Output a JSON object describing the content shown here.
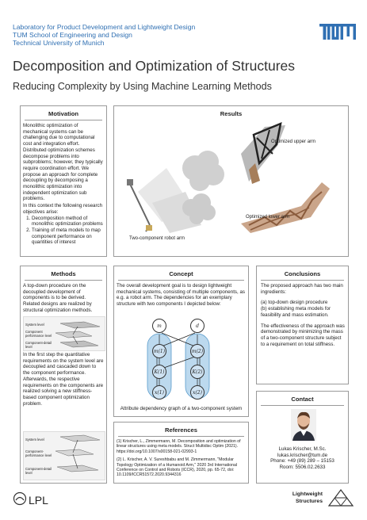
{
  "header": {
    "lab": "Laboratory for Product Development and Lightweight Design",
    "school": "TUM School of Engineering and Design",
    "university": "Technical University of Munich"
  },
  "title": "Decomposition and Optimization of Structures",
  "subtitle": "Reducing Complexity by Using Machine Learning Methods",
  "motivation": {
    "heading": "Motivation",
    "para1": "Monolithic optimization of mechanical systems can be challenging due to computational cost and integration effort. Distributed optimization schemes decompose problems into subproblems; however, they typically require coordination effort. We propose an approach for complete decoupling by decomposing a monolithic optimization into independent optimization sub problems.",
    "para2": "In this context the following research objectives arise:",
    "objectives": [
      "Decomposition method of monolithic optimization problems",
      "Training of meta models to map component performance on quantities of interest"
    ]
  },
  "results": {
    "heading": "Results",
    "upper_arm": "Optimized upper arm",
    "lower_arm": "Optimized lower arm",
    "robot_arm": "Two-component robot arm"
  },
  "methods": {
    "heading": "Methods",
    "para1": "A top-down procedure on the decoupled development of components is to be derived. Related designs are realized by structural optimization methods.",
    "diagram1": {
      "l1": "System level",
      "l2": "Component performance level",
      "l3": "Component-detail level"
    },
    "para2": "In the first step the quantitative requirements on the system level are decoupled and cascaded down to the component performance. Afterwards, the respective  requirements on the components are realized solving a new stiffness-based component optimization problem.",
    "diagram2": {
      "l1": "System level",
      "l2": "Component-performance level",
      "l3": "Component-detail level"
    }
  },
  "concept": {
    "heading": "Concept",
    "para": "The overall development goal is to design lightweight mechanical systems, consisting of multiple components, as e.g. a robot arm.  The dependencies for an exemplary structure with two components I depicted below:",
    "nodes": {
      "m": "m",
      "d": "d",
      "m1": "m(1)",
      "m2": "m(2)",
      "k1": "K(1)",
      "k2": "K(2)",
      "x1": "x(1)",
      "x2": "x(2)"
    },
    "caption": "Attribute dependency graph of a two-component system"
  },
  "references": {
    "heading": "References",
    "items": [
      "(1)  Krischer, L., Zimmermann, M. Decomposition and optimization of linear structures using meta models. Struct Multidisc Optim (2021). https://doi.org/10.1007/s00158-021-02993-1",
      "(2)  L. Krischer, A. V. Sureshbabu and M. Zimmermann, \"Modular Topology Optimization of a Humanoid Arm,\" 2020 3rd International Conference on Control and Robots (ICCR), 2020, pp. 65-72, doi: 10.1109/ICCR51572.2020.9344316"
    ]
  },
  "conclusions": {
    "heading": "Conclusions",
    "para1": "The proposed approach has two main ingredients:",
    "para2a": "(a) top-down design procedure",
    "para2b": "(b) establishing meta models for feasibility and mass estimation.",
    "para3": "The effectiveness of the approach was demonstrated by minimizing the mass of a two-component structure subject to a requirement on total stiffness."
  },
  "contact": {
    "heading": "Contact",
    "name": "Lukas Krischer, M.Sc.",
    "email": "lukas.krischer@tum.de",
    "phone": "Phone: +49 (89) 289 – 15153",
    "room": "Room: 5506.02.2633"
  },
  "footer": {
    "lpl": "LPL",
    "lw1": "Lightweight",
    "lw2": "Structures"
  },
  "colors": {
    "tum_blue": "#3070b3",
    "accent_blue": "#cfe3f3"
  }
}
